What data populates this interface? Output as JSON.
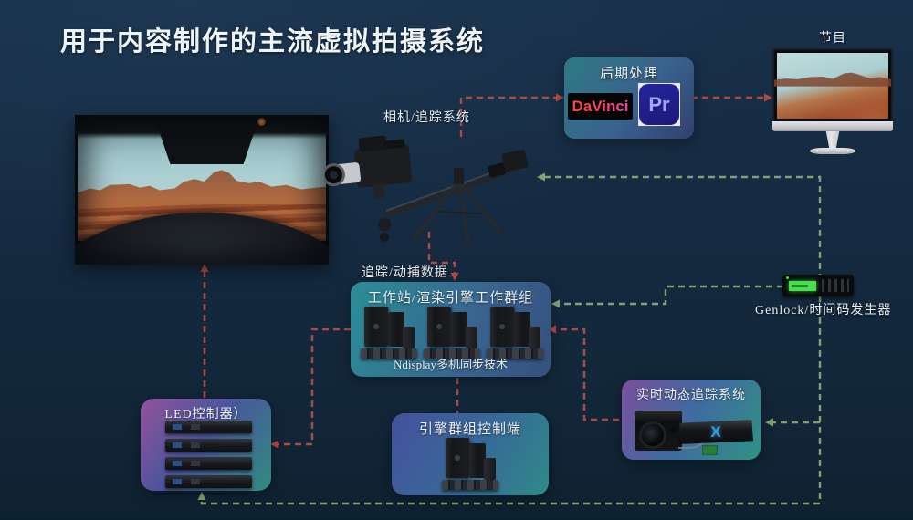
{
  "title": "用于内容制作的主流虚拟拍摄系统",
  "colors": {
    "line_red": "#b04a44",
    "line_green": "#84a271",
    "premiere_bg": "#26249c",
    "premiere_text": "#a9a8ff",
    "xbar_blue": "#35a2e8",
    "genlock_lcd": "#46e04a"
  },
  "labels": {
    "camera_system": "相机/追踪系统",
    "tracking_data": "追踪/动捕数据",
    "genlock": "Genlock/时间码发生器",
    "program": "节目"
  },
  "boxes": {
    "post": {
      "title": "后期处理",
      "davinci_label": "DaVinci",
      "premiere_label": "Pr"
    },
    "workstation": {
      "title": "工作站/渲染引擎工作群组",
      "subtitle": "Ndisplay多机同步技术"
    },
    "led_controller": {
      "title": "LED控制器）"
    },
    "engine_control": {
      "title": "引擎群组控制端"
    },
    "tracking": {
      "title": "实时动态追踪系统",
      "xbar_label": "X"
    }
  }
}
